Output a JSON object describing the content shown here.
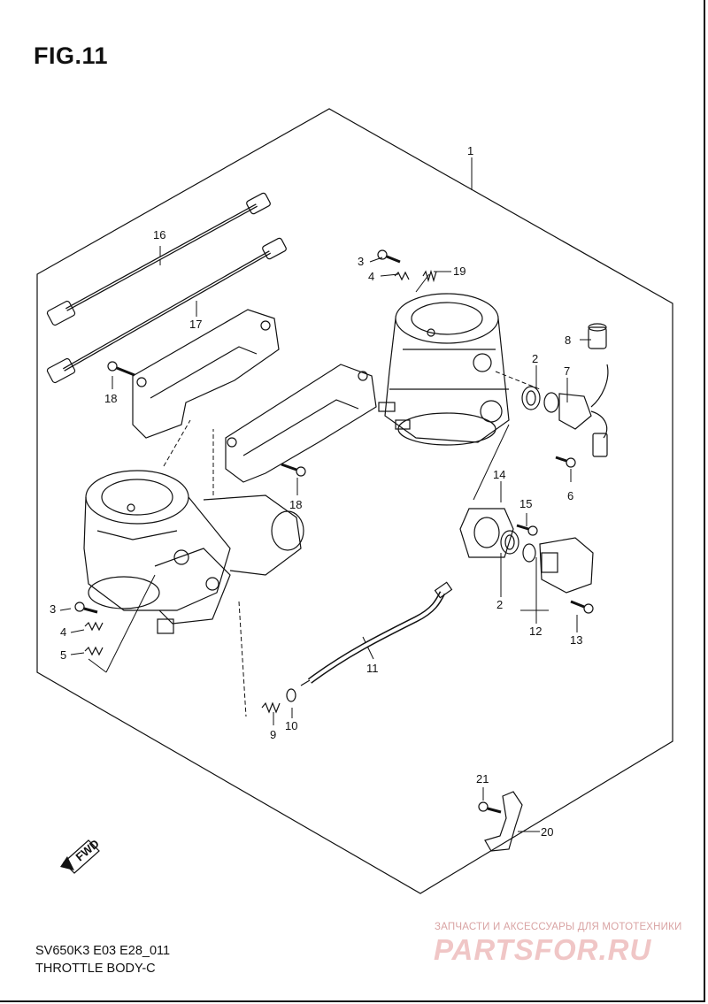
{
  "figure": {
    "title": "FIG.11"
  },
  "footer": {
    "model": "SV650K3 E03 E28_011",
    "title": "THROTTLE BODY-C"
  },
  "watermark": {
    "tagline": "ЗАПЧАСТИ И АКСЕССУАРЫ ДЛЯ МОТОТЕХНИКИ",
    "logo": "PARTSFOR.RU"
  },
  "fwd_badge": "FWD",
  "callouts": {
    "n1": "1",
    "n2a": "2",
    "n2b": "2",
    "n3a": "3",
    "n3b": "3",
    "n4a": "4",
    "n4b": "4",
    "n5": "5",
    "n6": "6",
    "n7": "7",
    "n8": "8",
    "n9": "9",
    "n10": "10",
    "n11": "11",
    "n12": "12",
    "n13": "13",
    "n14": "14",
    "n15": "15",
    "n16": "16",
    "n17": "17",
    "n18a": "18",
    "n18b": "18",
    "n19": "19",
    "n20": "20",
    "n21": "21"
  },
  "colors": {
    "line": "#111111",
    "watermark": "#e8a8a8"
  }
}
